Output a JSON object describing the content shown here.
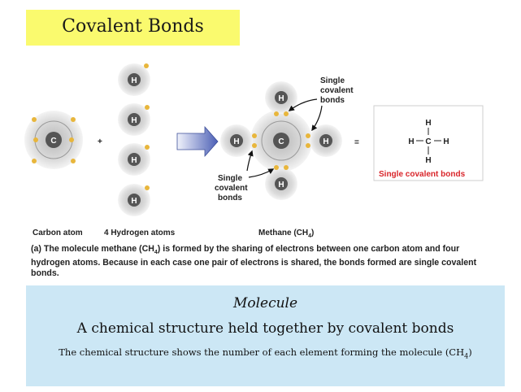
{
  "title": "Covalent Bonds",
  "figure": {
    "carbon_label": "Carbon atom",
    "hydrogen_label": "4 Hydrogen atoms",
    "methane_label": "Methane (CH",
    "methane_sub": "4",
    "methane_close": ")",
    "plus": "+",
    "equals": "=",
    "single_bonds_top": [
      "Single",
      "covalent",
      "bonds"
    ],
    "single_bonds_left": [
      "Single",
      "covalent",
      "bonds"
    ],
    "h_symbol": "H",
    "c_symbol": "C",
    "structural_formula": {
      "top": "H",
      "left": "H",
      "center": "C",
      "right": "H",
      "bottom": "H",
      "box_label": "Single covalent bonds"
    },
    "caption_part1": "(a) The molecule methane (CH",
    "caption_sub": "4",
    "caption_part2": ") is formed by the sharing of electrons between one carbon atom and four hydrogen atoms. Because in each case one pair of electrons is shared, the bonds formed are single covalent bonds."
  },
  "definition": {
    "heading": "Molecule",
    "main": "A chemical structure held together by covalent bonds",
    "sub_prefix": "The chemical structure shows the number of each element forming the molecule (CH",
    "sub_sub": "4",
    "sub_suffix": ")"
  },
  "colors": {
    "title_bg": "#fafa6e",
    "definition_bg": "#cce7f5",
    "electron": "#e8b63c",
    "bond_label_red": "#d9252a",
    "arrow_blue": "#4b5fb5"
  }
}
